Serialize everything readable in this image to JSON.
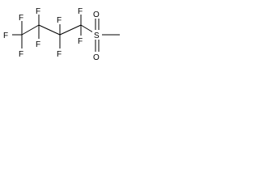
{
  "molecule": {
    "atoms": [
      {
        "id": "f1",
        "symbol": "F"
      },
      {
        "id": "f2",
        "symbol": "F"
      },
      {
        "id": "f3",
        "symbol": "F"
      },
      {
        "id": "f4",
        "symbol": "F"
      },
      {
        "id": "f5",
        "symbol": "F"
      },
      {
        "id": "f6",
        "symbol": "F"
      },
      {
        "id": "f7",
        "symbol": "F"
      },
      {
        "id": "f8",
        "symbol": "F"
      },
      {
        "id": "f9",
        "symbol": "F"
      },
      {
        "id": "s1",
        "symbol": "S"
      },
      {
        "id": "o1",
        "symbol": "O"
      },
      {
        "id": "o2",
        "symbol": "O"
      }
    ]
  },
  "colors": {
    "line": "#000000",
    "background": "#ffffff"
  }
}
